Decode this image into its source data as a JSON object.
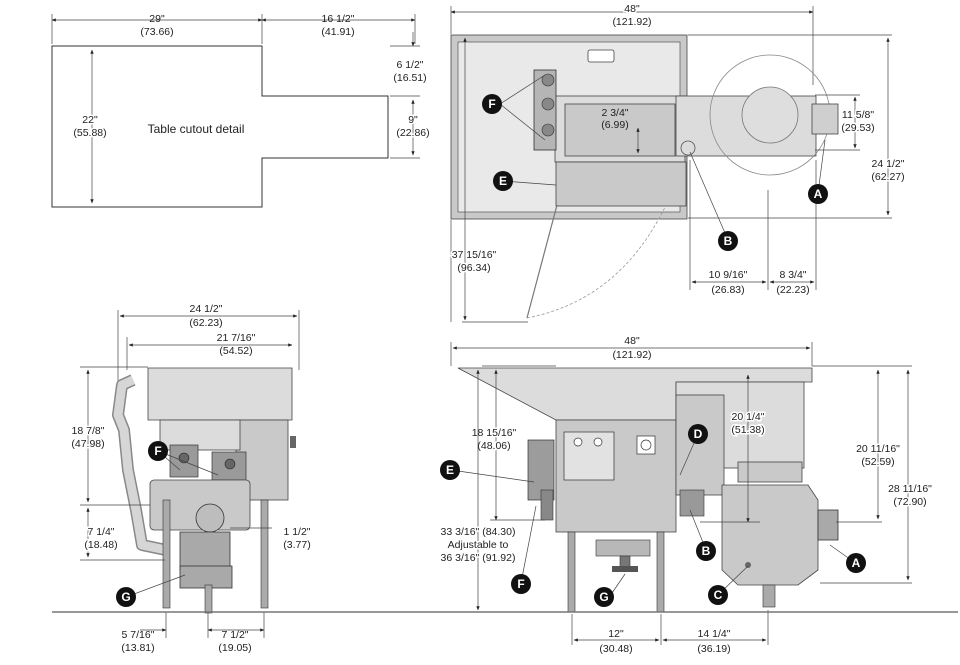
{
  "table_cutout": {
    "title": "Table cutout detail",
    "width_top": "29\"",
    "width_top_metric": "(73.66)",
    "width_right": "16 1/2\"",
    "width_right_metric": "(41.91)",
    "height_left": "22\"",
    "height_left_metric": "(55.88)",
    "notch_top": "6 1/2\"",
    "notch_top_metric": "(16.51)",
    "notch_height": "9\"",
    "notch_height_metric": "(22.86)"
  },
  "top_view": {
    "overall_width": "48\"",
    "overall_width_metric": "(121.92)",
    "inner_dim": "2 3/4\"",
    "inner_dim_metric": "(6.99)",
    "right_dim": "11 5/8\"",
    "right_dim_metric": "(29.53)",
    "height_dim": "24 1/2\"",
    "height_dim_metric": "(62.27)",
    "door_dim": "37 15/16\"",
    "door_dim_metric": "(96.34)",
    "bottom_left": "10 9/16\"",
    "bottom_left_metric": "(26.83)",
    "bottom_right": "8 3/4\"",
    "bottom_right_metric": "(22.23)"
  },
  "side_view": {
    "top_width": "24 1/2\"",
    "top_width_metric": "(62.23)",
    "inner_width": "21 7/16\"",
    "inner_width_metric": "(54.52)",
    "height": "18 7/8\"",
    "height_metric": "(47.98)",
    "pipe_dim": "7 1/4\"",
    "pipe_dim_metric": "(18.48)",
    "small_dim": "1 1/2\"",
    "small_dim_metric": "(3.77)",
    "foot_left": "5 7/16\"",
    "foot_left_metric": "(13.81)",
    "foot_right": "7 1/2\"",
    "foot_right_metric": "(19.05)"
  },
  "front_view": {
    "overall_width": "48\"",
    "overall_width_metric": "(121.92)",
    "left_height": "18 15/16\"",
    "left_height_metric": "(48.06)",
    "mid_height": "20 1/4\"",
    "mid_height_metric": "(51.38)",
    "right_height": "20 11/16\"",
    "right_height_metric": "(52.59)",
    "overall_height": "28 11/16\"",
    "overall_height_metric": "(72.90)",
    "adjust_line1": "33 3/16\" (84.30)",
    "adjust_line2": "Adjustable to",
    "adjust_line3": "36 3/16\" (91.92)",
    "base_left": "12\"",
    "base_left_metric": "(30.48)",
    "base_right": "14 1/4\"",
    "base_right_metric": "(36.19)"
  },
  "callouts": {
    "A": "A",
    "B": "B",
    "C": "C",
    "D": "D",
    "E": "E",
    "F": "F",
    "G": "G"
  }
}
